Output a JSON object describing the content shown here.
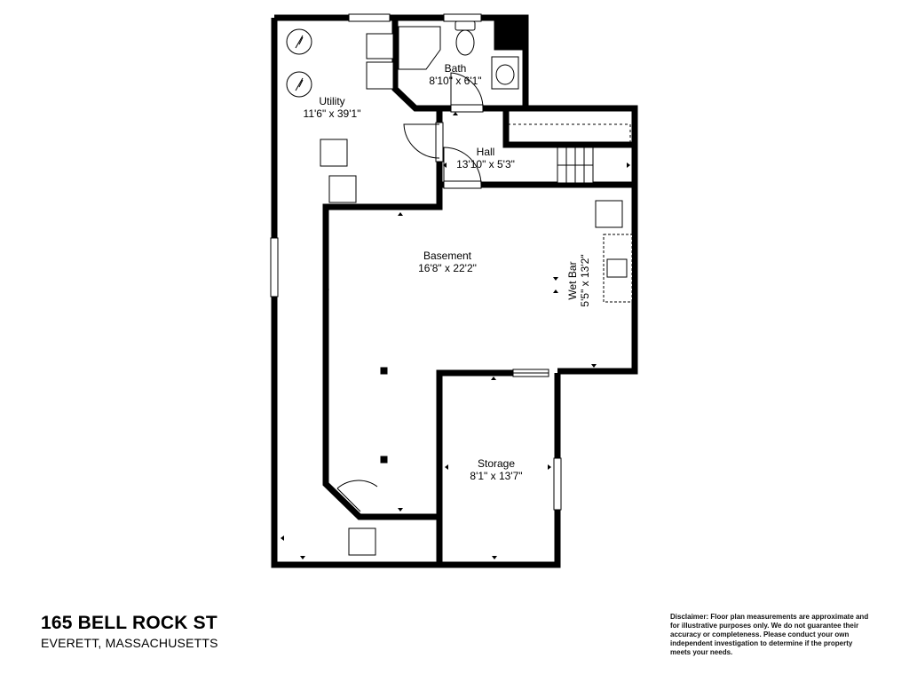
{
  "property": {
    "address": "165 BELL ROCK ST",
    "city": "EVERETT, MASSACHUSETTS"
  },
  "disclaimer": {
    "heading": "Disclaimer:",
    "text": "Floor plan measurements are approximate and for illustrative purposes only. We do not guarantee their accuracy or completeness. Please conduct your own independent investigation to determine if the property meets your needs."
  },
  "rooms": {
    "utility": {
      "name": "Utility",
      "dimensions": "11'6\" x 39'1\""
    },
    "bath": {
      "name": "Bath",
      "dimensions": "8'10\" x 6'1\""
    },
    "hall": {
      "name": "Hall",
      "dimensions": "13'10\" x 5'3\""
    },
    "basement": {
      "name": "Basement",
      "dimensions": "16'8\" x 22'2\""
    },
    "wet_bar": {
      "name": "Wet Bar",
      "dimensions": "5'5\" x 13'2\""
    },
    "storage": {
      "name": "Storage",
      "dimensions": "8'1\" x 13'7\""
    }
  },
  "colors": {
    "wall": "#000000",
    "background": "#ffffff",
    "fixture_stroke": "#000000"
  },
  "icons": [
    "water-heater-icon",
    "toilet-icon",
    "sink-icon",
    "door-swing-icon",
    "stairs-icon",
    "window-icon"
  ]
}
